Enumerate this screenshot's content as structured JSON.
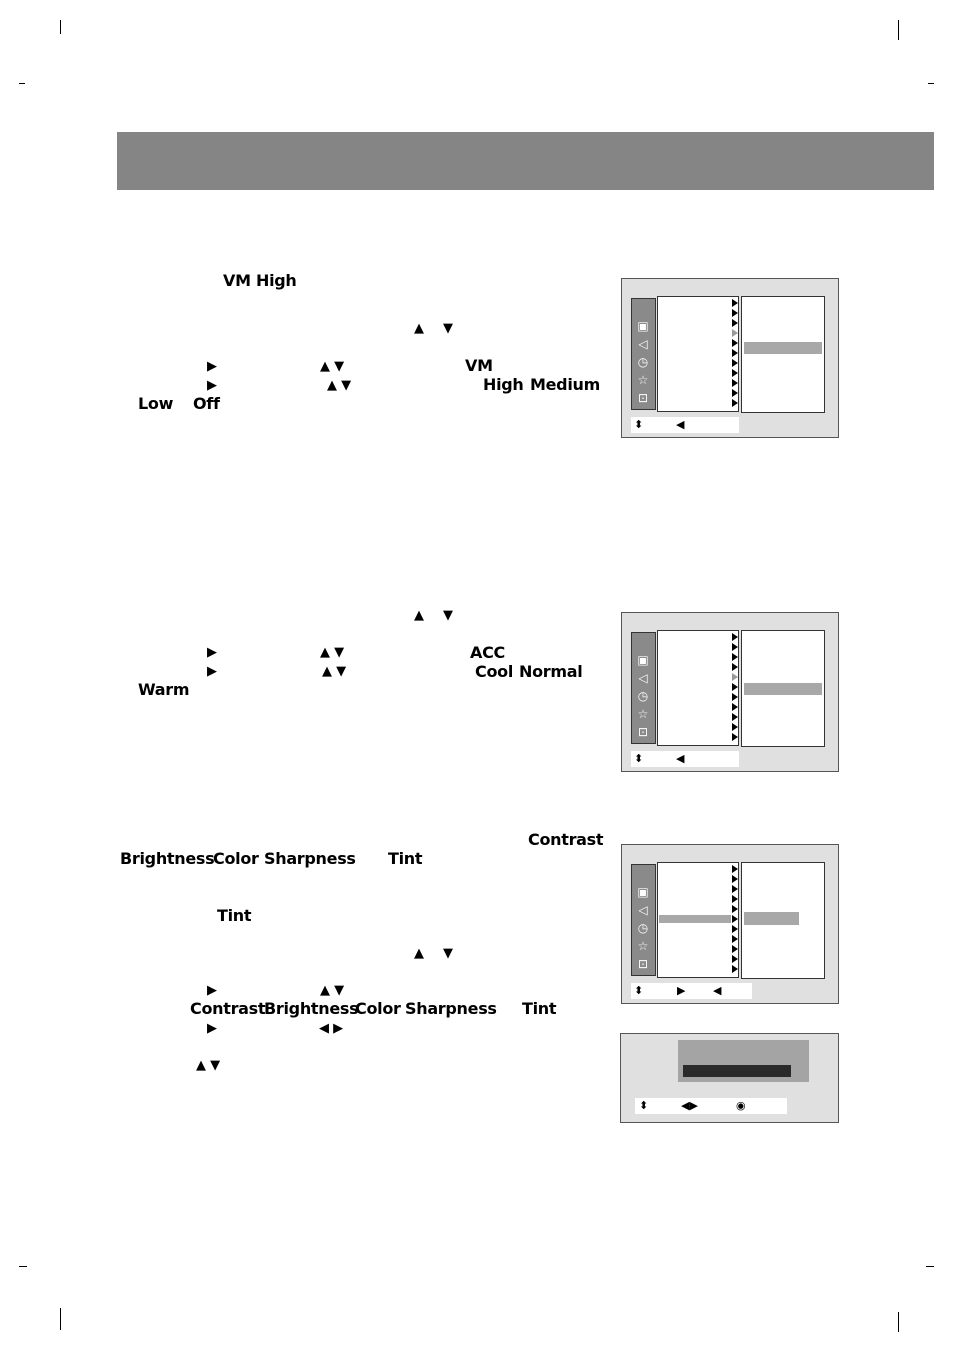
{
  "sections": {
    "vm": {
      "title": "VM High",
      "step2": {
        "arrow_up": "▲",
        "arrow_down": "▼"
      },
      "step3": {
        "arrow_right": "▶",
        "arrows_updown": "▲ ▼",
        "item": "VM"
      },
      "step4": {
        "arrow_right": "▶",
        "arrows_updown": "▲ ▼",
        "opt_high": "High",
        "opt_medium": "Medium",
        "opt_low": "Low",
        "opt_off": "Off"
      }
    },
    "acc": {
      "step2": {
        "arrow_up": "▲",
        "arrow_down": "▼"
      },
      "step3": {
        "arrow_right": "▶",
        "arrows_updown": "▲ ▼",
        "item": "ACC"
      },
      "step4": {
        "arrow_right": "▶",
        "arrows_updown": "▲ ▼",
        "opt_cool": "Cool",
        "opt_normal": "Normal",
        "opt_warm": "Warm"
      }
    },
    "picture": {
      "intro_contrast": "Contrast",
      "intro_list": [
        "Brightness",
        "Color",
        "Sharpness"
      ],
      "intro_tint": "Tint",
      "note_tint": "Tint",
      "step2": {
        "arrow_up": "▲",
        "arrow_down": "▼"
      },
      "step3": {
        "arrow_right": "▶",
        "arrows_updown": "▲ ▼",
        "items": [
          "Contrast",
          "Brightness",
          "Color",
          "Sharpness"
        ],
        "item_tint": "Tint"
      },
      "step4": {
        "arrow_right": "▶",
        "arrows_leftright": "◀ ▶"
      },
      "step5": {
        "arrows_updown": "▲ ▼"
      }
    }
  },
  "osd": {
    "footer_updown_icon": "⬍",
    "footer_left_icon": "◀",
    "footer_right_icon": "▶",
    "footer_leftright_icon": "◀▶",
    "footer_ok_icon": "◉",
    "menu_icons": [
      "tv-icon",
      "speaker-icon",
      "clock-icon",
      "star-icon",
      "lock-icon"
    ]
  }
}
